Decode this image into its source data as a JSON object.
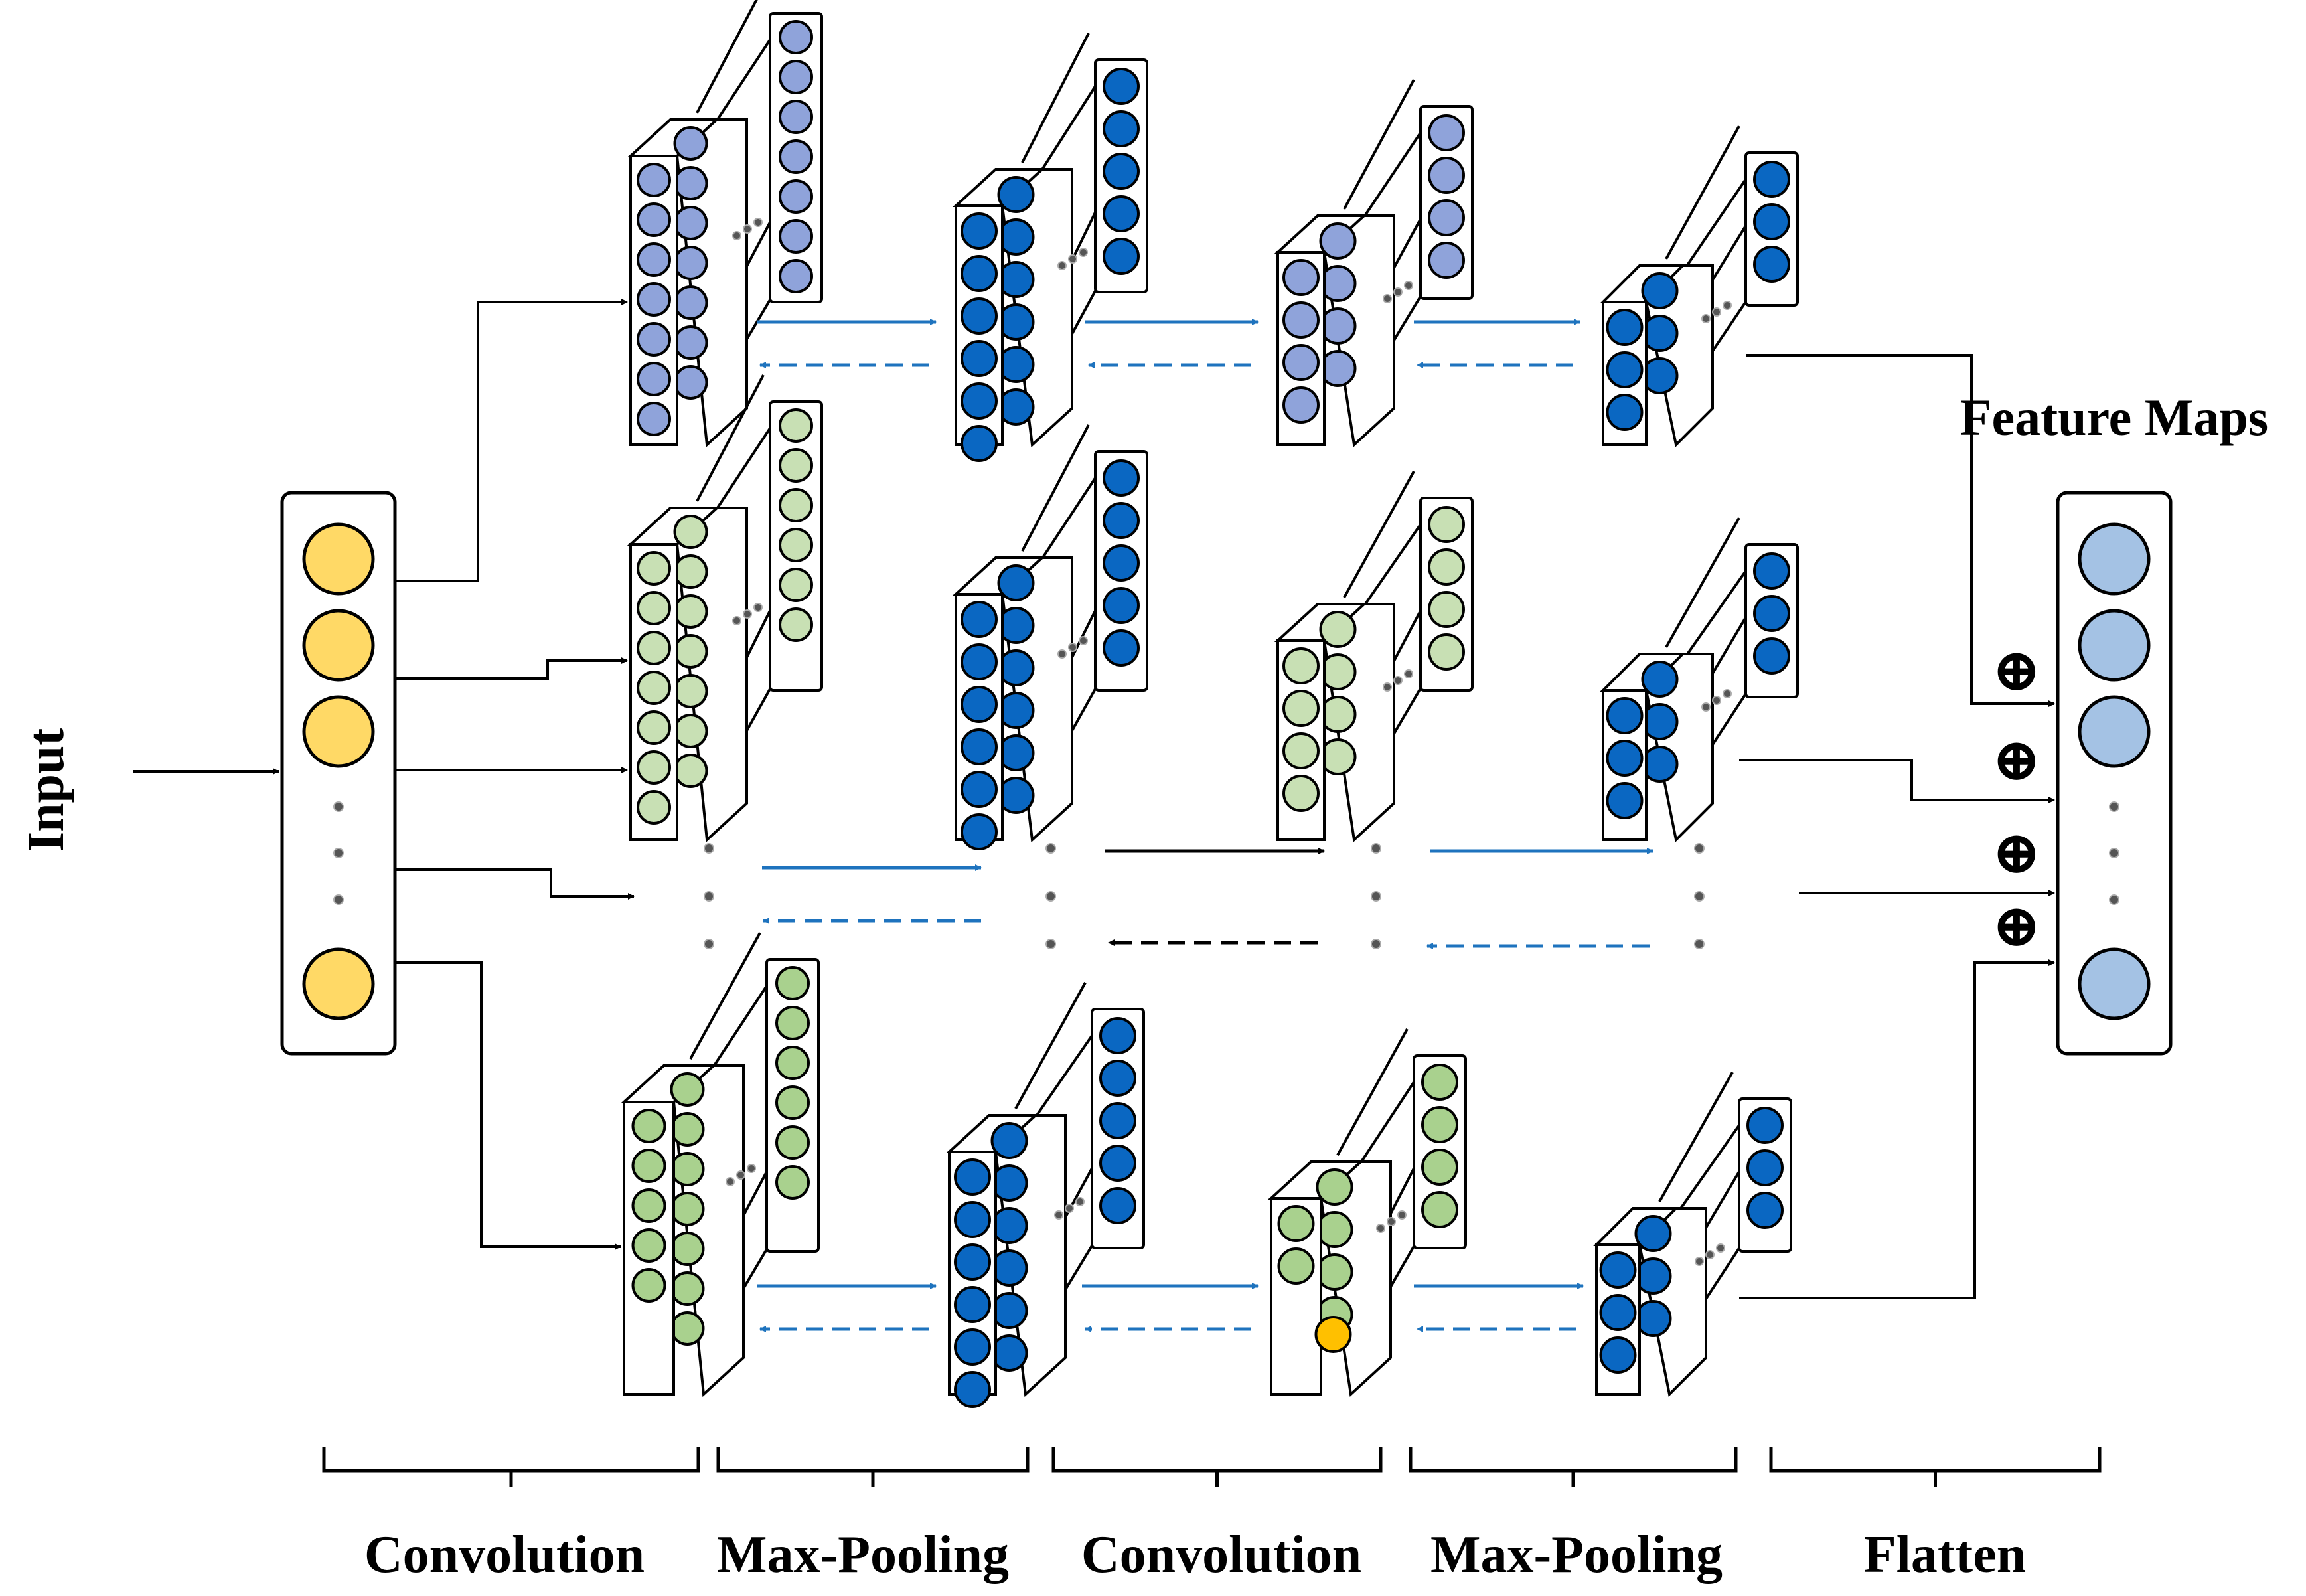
{
  "labels": {
    "input": "Input",
    "feature_maps": "Feature Maps",
    "stages": [
      "Convolution",
      "Max-Pooling",
      "Convolution",
      "Max-Pooling",
      "Flatten"
    ]
  },
  "symbols": {
    "add": "⊕"
  },
  "colors": {
    "input_node": "#FFD966",
    "feature_node": "#A4C2E4",
    "branch1_node": "#8FA3DA",
    "branch2_node": "#C8E0B4",
    "branch3_node": "#A9D18E",
    "pool_node": "#0A67C2",
    "highlight_node": "#FFC000",
    "forward_arrow": "#1E73BE",
    "line": "#000000"
  }
}
